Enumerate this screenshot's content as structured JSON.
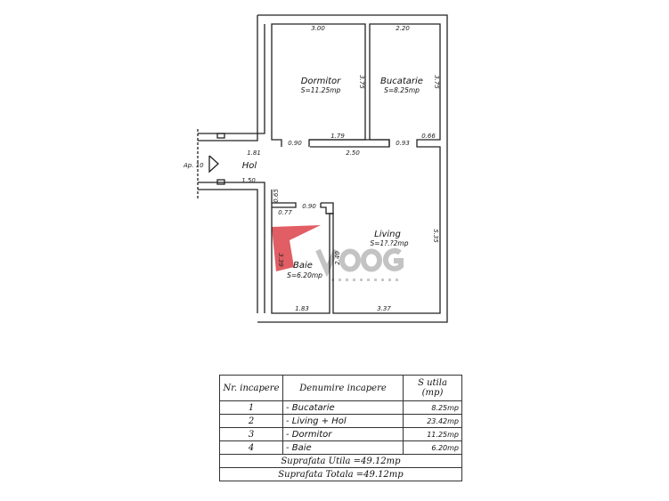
{
  "plan": {
    "entrance_label": "Ap. 10",
    "rooms": [
      {
        "name": "Dormitor",
        "area": "S=11.25mp"
      },
      {
        "name": "Bucatarie",
        "area": "S=8.25mp"
      },
      {
        "name": "Hol",
        "area": ""
      },
      {
        "name": "Living",
        "area": "S=1?.?2mp"
      },
      {
        "name": "Baie",
        "area": "S=6.20mp"
      }
    ],
    "dimensions": {
      "dormitor_width": "3.00",
      "bucatarie_width": "2.20",
      "dormitor_height": "3.75",
      "bucatarie_height": "3.75",
      "hol_top": "1.81",
      "door_dormitor": "0.90",
      "dormitor_bottom": "1.79",
      "hall_length": "2.50",
      "door_bucatarie": "0.93",
      "bucatarie_bottom": "0.66",
      "hol_bottom": "1.50",
      "baie_hall": "0.65",
      "baie_top": "0.77",
      "door_baie": "0.90",
      "living_height": "5.35",
      "baie_height": "3.39",
      "baie_width": "1.83",
      "living_width": "3.37",
      "baie_wall": "2.40"
    },
    "watermark": {
      "brand": "VOOG",
      "sub": "DEVELOPMENT",
      "color": "#d9363e"
    }
  },
  "table": {
    "headers": [
      "Nr. incapere",
      "Denumire incapere",
      "S utila (mp)"
    ],
    "rows": [
      {
        "nr": "1",
        "name": "- Bucatarie",
        "area": "8.25mp"
      },
      {
        "nr": "2",
        "name": "- Living + Hol",
        "area": "23.42mp"
      },
      {
        "nr": "3",
        "name": "- Dormitor",
        "area": "11.25mp"
      },
      {
        "nr": "4",
        "name": "- Baie",
        "area": "6.20mp"
      }
    ],
    "suprafata_utila": "Suprafata Utila =49.12mp",
    "suprafata_totala": "Suprafata Totala =49.12mp"
  }
}
